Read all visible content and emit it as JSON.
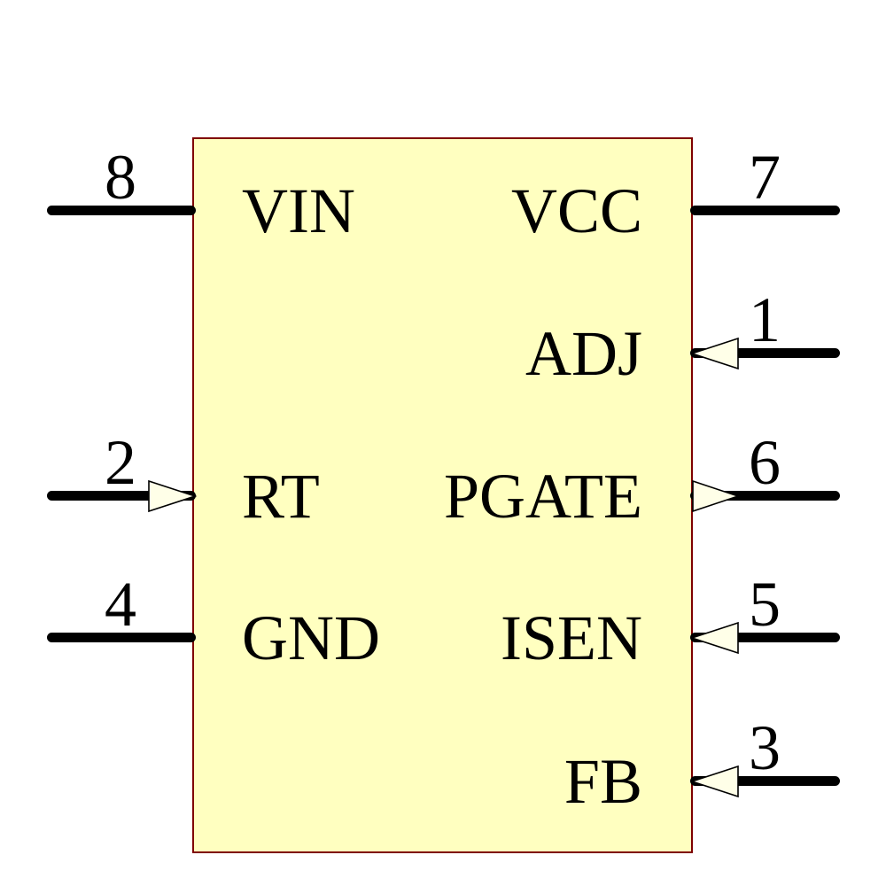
{
  "component": {
    "kind": "ic-schematic-symbol",
    "colors": {
      "body_fill": "#FFFFC0",
      "body_border": "#7F0000",
      "arrow_fill": "#FFFFE8",
      "wire_color": "#000000",
      "text_color": "#000000",
      "background": "#FFFFFF"
    },
    "pins": [
      {
        "number": "8",
        "label": "VIN",
        "side": "left",
        "row": 1,
        "arrow": "none"
      },
      {
        "number": "7",
        "label": "VCC",
        "side": "right",
        "row": 1,
        "arrow": "none"
      },
      {
        "number": "1",
        "label": "ADJ",
        "side": "right",
        "row": 2,
        "arrow": "input"
      },
      {
        "number": "2",
        "label": "RT",
        "side": "left",
        "row": 3,
        "arrow": "input"
      },
      {
        "number": "6",
        "label": "PGATE",
        "side": "right",
        "row": 3,
        "arrow": "output"
      },
      {
        "number": "4",
        "label": "GND",
        "side": "left",
        "row": 4,
        "arrow": "none"
      },
      {
        "number": "5",
        "label": "ISEN",
        "side": "right",
        "row": 4,
        "arrow": "input"
      },
      {
        "number": "3",
        "label": "FB",
        "side": "right",
        "row": 5,
        "arrow": "input"
      }
    ]
  }
}
